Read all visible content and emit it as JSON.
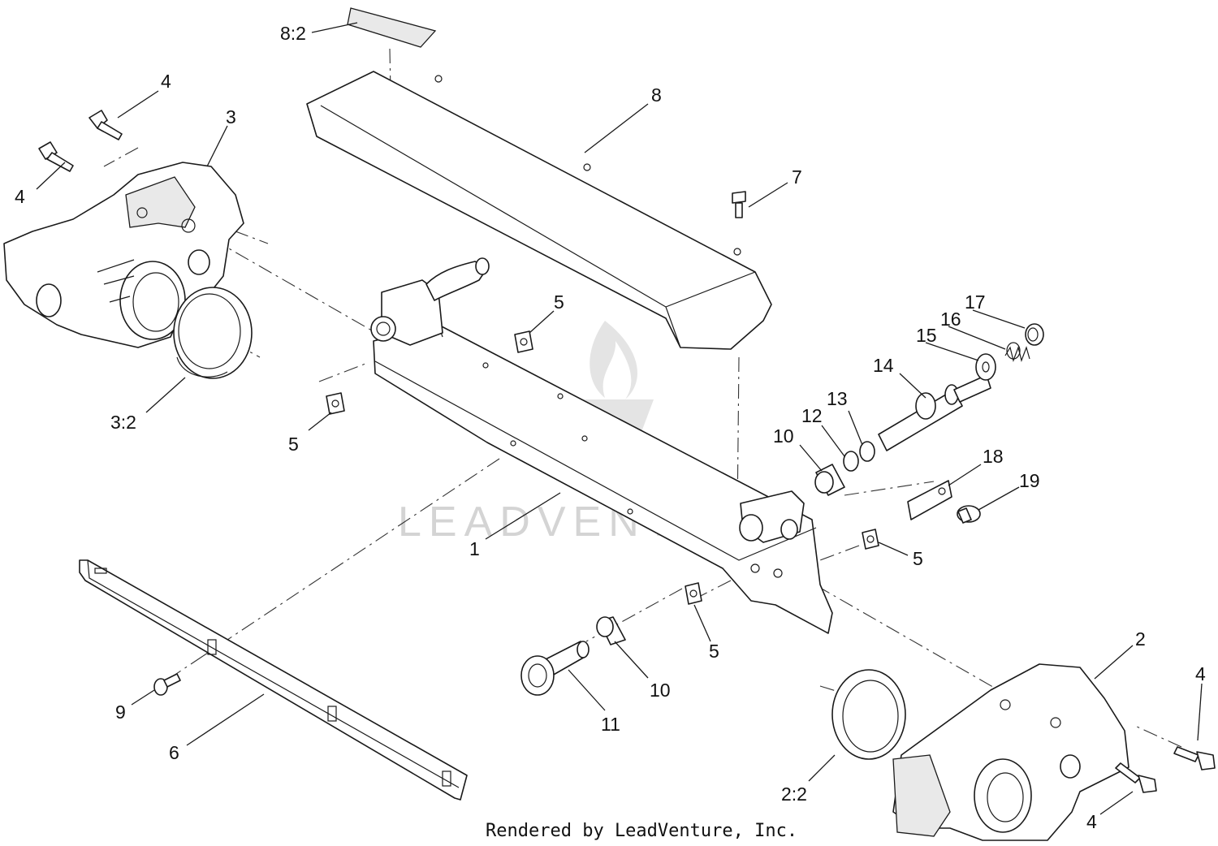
{
  "callouts": {
    "c8_2": "8:2",
    "c4_top": "4",
    "c4_left": "4",
    "c3": "3",
    "c3_2": "3:2",
    "c8": "8",
    "c7": "7",
    "c5_a": "5",
    "c5_b": "5",
    "c5_c": "5",
    "c5_d": "5",
    "c17": "17",
    "c16": "16",
    "c15": "15",
    "c14": "14",
    "c13": "13",
    "c12": "12",
    "c10_a": "10",
    "c10_b": "10",
    "c18": "18",
    "c19": "19",
    "c1": "1",
    "c2": "2",
    "c2_2": "2:2",
    "c4_right_a": "4",
    "c4_right_b": "4",
    "c9": "9",
    "c6": "6",
    "c11": "11"
  },
  "watermark": "LEADVENTURE",
  "footer": "Rendered by LeadVenture, Inc."
}
